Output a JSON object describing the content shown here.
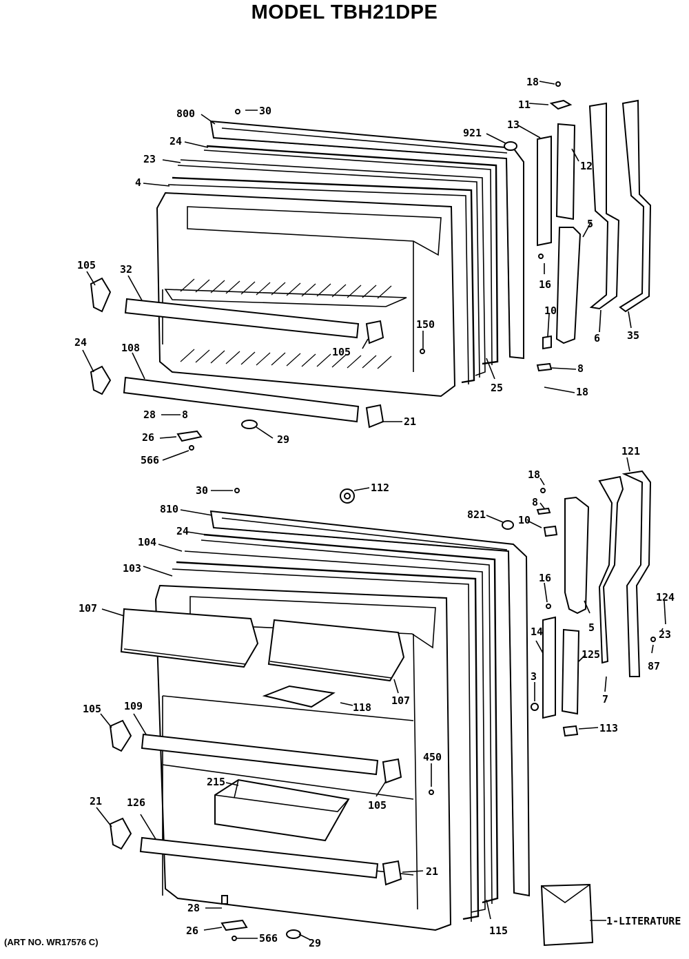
{
  "title": "MODEL TBH21DPE",
  "art_note": "(ART NO. WR17576 C)",
  "literature_label": "1-LITERATURE",
  "labels": {
    "u18": "18",
    "u11": "11",
    "u800": "800",
    "u30": "30",
    "u921": "921",
    "u13": "13",
    "u24": "24",
    "u12": "12",
    "u23": "23",
    "u4": "4",
    "u5": "5",
    "u105a": "105",
    "u32": "32",
    "u16": "16",
    "u150": "150",
    "u10": "10",
    "u105b": "105",
    "u6": "6",
    "u35": "35",
    "u24b": "24",
    "u108": "108",
    "u25": "25",
    "u8": "8",
    "u18b": "18",
    "u28": "28",
    "u8b": "8",
    "u21": "21",
    "u26": "26",
    "u29": "29",
    "u566": "566",
    "l121": "121",
    "l30": "30",
    "l112": "112",
    "l18": "18",
    "l810": "810",
    "l8": "8",
    "l821": "821",
    "l10": "10",
    "l24": "24",
    "l104": "104",
    "l103": "103",
    "l16": "16",
    "l107a": "107",
    "l124": "124",
    "l5": "5",
    "l14": "14",
    "l23": "23",
    "l125": "125",
    "l87": "87",
    "l3": "3",
    "l7": "7",
    "l118": "118",
    "l107b": "107",
    "l113": "113",
    "l105a": "105",
    "l109": "109",
    "l450": "450",
    "l215": "215",
    "l105b": "105",
    "l21a": "21",
    "l126": "126",
    "l21b": "21",
    "l28": "28",
    "l115": "115",
    "l26": "26",
    "l566": "566",
    "l29": "29"
  }
}
